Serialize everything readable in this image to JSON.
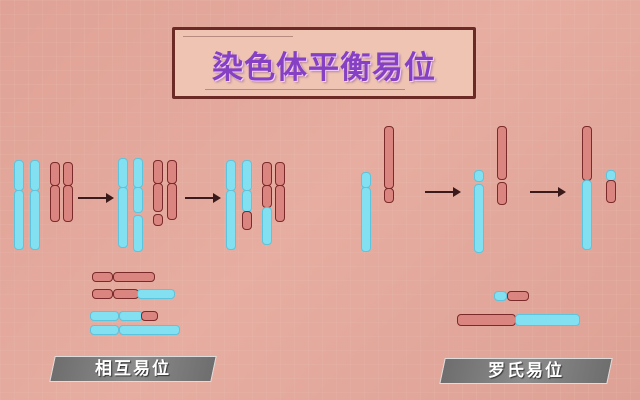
{
  "title": "染色体平衡易位",
  "panels": {
    "reciprocal": {
      "label": "相互易位"
    },
    "robertsonian": {
      "label": "罗氏易位"
    }
  },
  "colors": {
    "chromosome_a": "#82e0f0",
    "chromosome_b": "#da8580",
    "title": "#8640c4"
  }
}
